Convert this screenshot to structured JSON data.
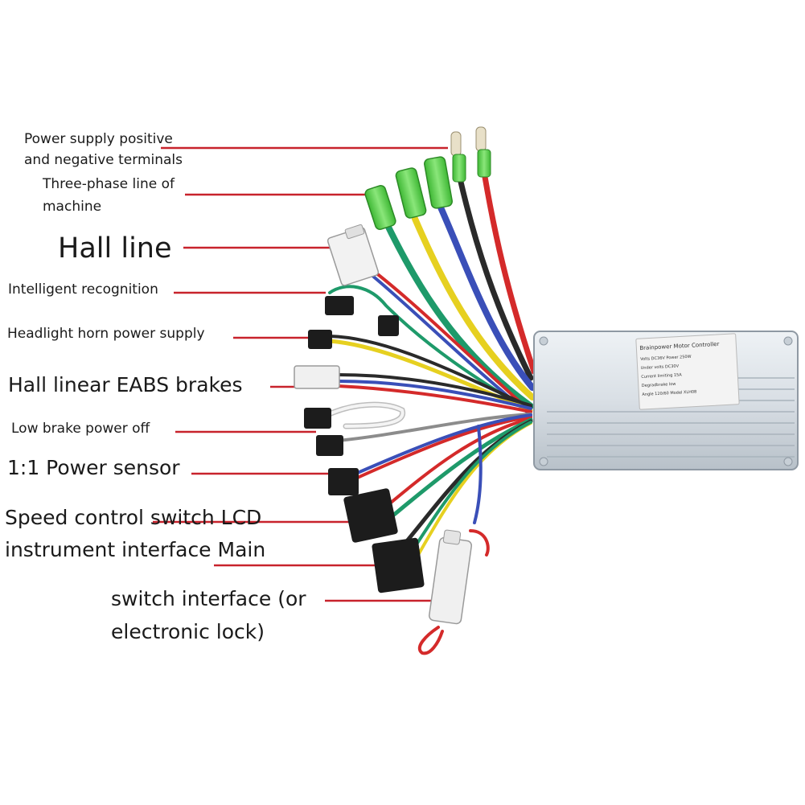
{
  "labels": {
    "power_supply": [
      "Power supply positive",
      "and negative terminals"
    ],
    "three_phase": [
      "Three-phase line of",
      "machine"
    ],
    "hall_line": "Hall line",
    "intelligent": "Intelligent  recognition",
    "headlight": "Headlight horn power  supply",
    "hall_eabs": "Hall linear EABS brakes",
    "low_brake": "Low brake power off",
    "power_sensor": "1:1 Power sensor",
    "speed_control": [
      "Speed control switch LCD",
      "instrument interface Main"
    ],
    "switch_interface": [
      "switch interface (or",
      "electronic lock)"
    ]
  },
  "controller": {
    "label_lines": [
      "Brainpower Motor Controller",
      "Volts DC36V    Power 250W",
      "Under volts DC30V",
      "Current limiting 15A",
      "Degradbrake low",
      "Angle 120/60   Model XLH08"
    ]
  },
  "colors": {
    "leader": "#c8232c",
    "controller_body": "#dfe5ea",
    "wire_red": "#d42a2a",
    "wire_black": "#2a2a2a",
    "wire_blue": "#3a4fb8",
    "wire_yellow": "#e6d020",
    "wire_green": "#1e9a6a",
    "wire_white": "#f4f4f4",
    "terminal_green": "#5bd14a",
    "connector_black": "#1c1c1c",
    "connector_white": "#f0f0f0"
  }
}
